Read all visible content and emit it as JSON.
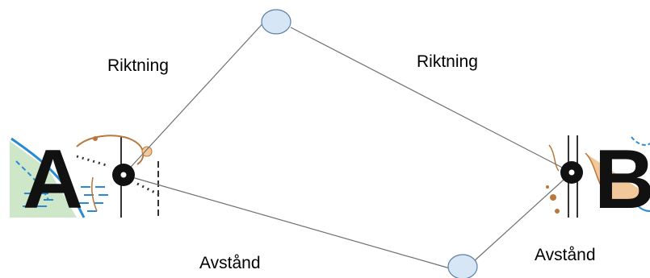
{
  "labels": {
    "direction_left": "Riktning",
    "direction_right": "Riktning",
    "distance_left": "Avstånd",
    "distance_right": "Avstånd"
  },
  "nodes": {
    "start_letter": "A",
    "finish_letter": "B"
  },
  "colors": {
    "line": "#6f6f6f",
    "waypoint_fill": "#d6e6f4",
    "waypoint_stroke": "#5f7fa6",
    "letter": "#111111",
    "map_water": "#2a8ad0",
    "map_green": "#cfe7c9",
    "map_brown": "#b9773a",
    "map_orange": "#f2c89a",
    "map_dots": "#333333"
  }
}
